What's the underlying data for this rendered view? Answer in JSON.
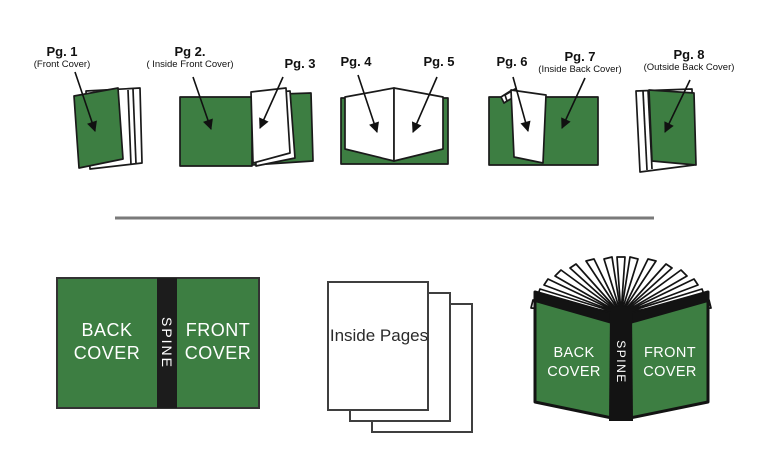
{
  "colors": {
    "cover_green": "#3d7e42",
    "outline_black": "#1a1a1a",
    "spine_black": "#1c1c1c",
    "divider_gray": "#7a7a7a",
    "cover_text_white": "#ffffff"
  },
  "top_row": {
    "labels": [
      {
        "page": "Pg. 1",
        "caption": "(Front Cover)"
      },
      {
        "page": "Pg 2.",
        "caption": "( Inside Front Cover)"
      },
      {
        "page": "Pg. 3",
        "caption": ""
      },
      {
        "page": "Pg. 4",
        "caption": ""
      },
      {
        "page": "Pg. 5",
        "caption": ""
      },
      {
        "page": "Pg. 6",
        "caption": ""
      },
      {
        "page": "Pg. 7",
        "caption": "(Inside Back Cover)"
      },
      {
        "page": "Pg. 8",
        "caption": "(Outside Back Cover)"
      }
    ]
  },
  "bottom_row": {
    "cover_spread": {
      "back_label": "BACK COVER",
      "spine_label": "SPINE",
      "front_label": "FRONT COVER"
    },
    "inside_pages": {
      "label": "Inside Pages"
    },
    "open_book": {
      "back_label": "BACK COVER",
      "spine_label": "SPINE",
      "front_label": "FRONT COVER"
    }
  }
}
